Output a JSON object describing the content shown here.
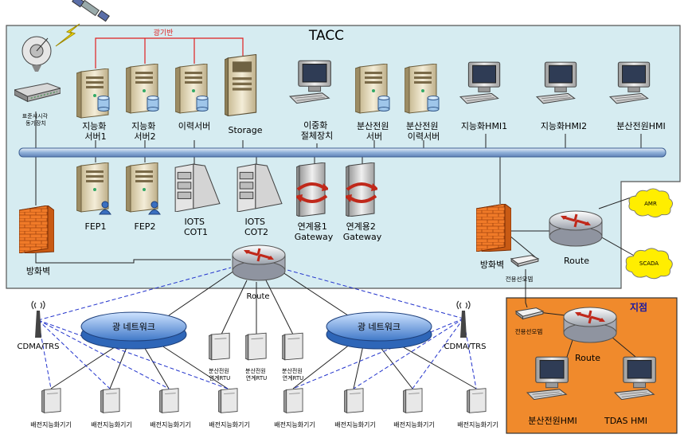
{
  "title": "TACC",
  "labels": {
    "optical_panel": "광기반",
    "time_sync": [
      "표준시시각",
      "동기장치"
    ],
    "server1": [
      "지능화",
      "서버1"
    ],
    "server2": [
      "지능화",
      "서버2"
    ],
    "history_server": "이력서버",
    "storage": "Storage",
    "redundancy": [
      "이중화",
      "절체장치"
    ],
    "dist_server": [
      "분산전원",
      "서버"
    ],
    "dist_history": [
      "분산전원",
      "이력서버"
    ],
    "hmi1": "지능화HMI1",
    "hmi2": "지능화HMI2",
    "dist_hmi": "분산전원HMI",
    "fep1": "FEP1",
    "fep2": "FEP2",
    "iots_cot1": [
      "IOTS",
      "COT1"
    ],
    "iots_cot2": [
      "IOTS",
      "COT2"
    ],
    "gw1": [
      "연계용1",
      "Gateway"
    ],
    "gw2": [
      "연계용2",
      "Gateway"
    ],
    "firewall_left": "방화벽",
    "firewall_right": "방화벽",
    "route_main": "Route",
    "route_right": "Route",
    "route_branch": "Route",
    "dedicated_modem": "전용선모뎀",
    "amr": "AMR",
    "scada": "SCADA",
    "branch_title": "지점",
    "branch_modem": "전용선모뎀",
    "branch_hmi1": "분산전원HMI",
    "branch_hmi2": "TDAS HMI",
    "optical_net_left": "광 네트워크",
    "optical_net_right": "광 네트워크",
    "cdma_left": "CDMA/TRS",
    "cdma_right": "CDMA/TRS",
    "rtu": [
      "분산전원",
      "연계RTU"
    ],
    "field_device": "배전지능화기기"
  },
  "colors": {
    "tacc_bg": "#d6ecf1",
    "branch_bg": "#f08a2c",
    "optical_link": "#e02020",
    "wireless_link": "#2233cc",
    "bus": "#aac4e0"
  },
  "icons": {
    "satellite": "satellite-icon",
    "server": "server-icon",
    "pc": "pc-icon",
    "firewall": "firewall-icon",
    "router": "router-icon",
    "cloud": "cloud-icon",
    "antenna": "antenna-icon",
    "modem": "modem-icon"
  }
}
